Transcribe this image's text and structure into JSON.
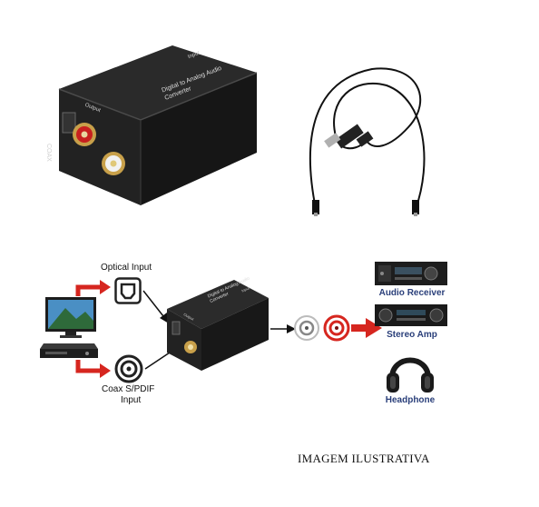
{
  "product": {
    "label_main": "Digital to Analog Audio Converter",
    "label_input": "Input",
    "label_output": "Output",
    "label_coax": "COAX"
  },
  "diagram": {
    "optical_input": "Optical Input",
    "coax_input_line1": "Coax S/PDIF",
    "coax_input_line2": "Input",
    "device_label": "Digital to Analog Audio Converter",
    "device_side": "Input",
    "device_front": "Output",
    "audio_receiver": "Audio Receiver",
    "stereo_amp": "Stereo Amp",
    "headphone": "Headphone"
  },
  "caption": "IMAGEM ILUSTRATIVA",
  "colors": {
    "device_black": "#1b1b1b",
    "rca_red": "#c8201f",
    "rca_gold": "#c8a04a",
    "arrow_red": "#d6261f",
    "label_blue": "#2a3f7a"
  },
  "icons": [
    "converter-box",
    "usb-cable",
    "tv-icon",
    "dvd-player-icon",
    "optical-port-icon",
    "coax-port-icon",
    "rca-jack-icon",
    "audio-receiver-icon",
    "stereo-amp-icon",
    "headphone-icon"
  ]
}
